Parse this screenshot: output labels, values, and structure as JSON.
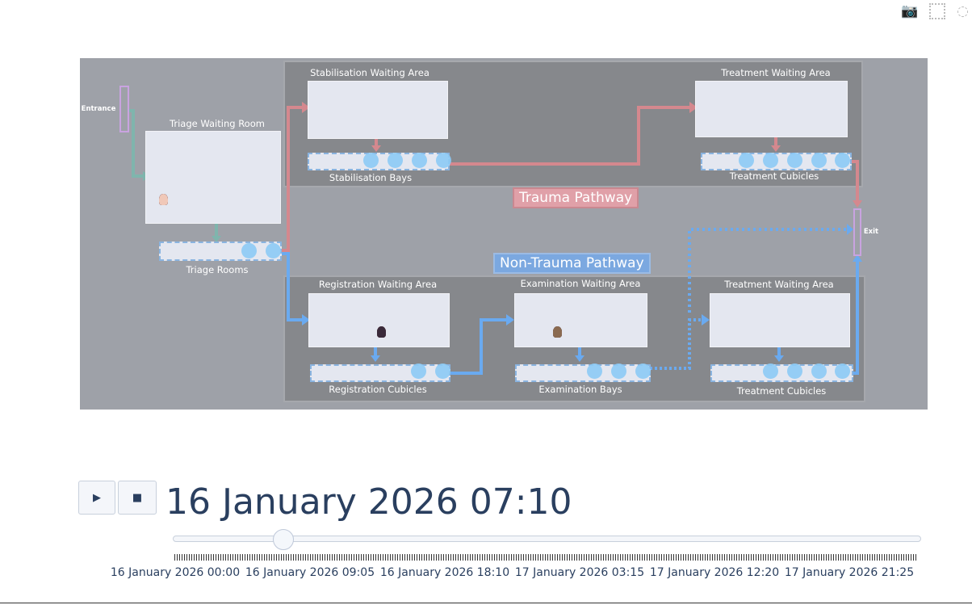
{
  "modebar": {
    "icons": [
      "camera-icon",
      "box-select-icon",
      "lasso-select-icon"
    ]
  },
  "diagram": {
    "entrance": "Entrance",
    "exit": "Exit",
    "triage_waiting": "Triage Waiting Room",
    "triage_rooms": "Triage Rooms",
    "trauma_label": "Trauma Pathway",
    "non_trauma_label": "Non-Trauma Pathway",
    "stab_waiting": "Stabilisation Waiting Area",
    "stab_bays": "Stabilisation Bays",
    "t_treat_waiting": "Treatment Waiting Area",
    "t_treat_cubicles": "Treatment Cubicles",
    "reg_waiting": "Registration Waiting Area",
    "reg_cubicles": "Registration Cubicles",
    "exam_waiting": "Examination Waiting Area",
    "exam_bays": "Examination Bays",
    "nt_treat_waiting": "Treatment Waiting Area",
    "nt_treat_cubicles": "Treatment Cubicles",
    "colors": {
      "trauma": "#d4888e",
      "non_trauma": "#6aaaf0",
      "entry": "#7fb5ad",
      "slot": "#8ccaf5"
    }
  },
  "animation": {
    "play_label": "▶",
    "stop_label": "■",
    "current_frame": "16 January 2026 07:10",
    "slider_fraction": 0.145,
    "tick_labels": [
      "16 January 2026 00:00",
      "16 January 2026 09:05",
      "16 January 2026 18:10",
      "17 January 2026 03:15",
      "17 January 2026 12:20",
      "17 January 2026 21:25"
    ]
  }
}
